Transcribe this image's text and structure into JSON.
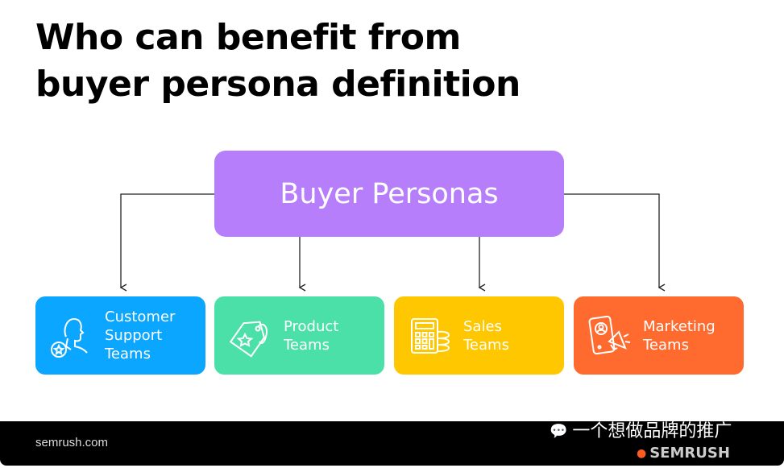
{
  "title_lines": [
    "Who can benefit from",
    "buyer persona definition"
  ],
  "center": {
    "label": "Buyer Personas",
    "color": "#b77efc"
  },
  "cards": [
    {
      "label": "Customer\nSupport\nTeams",
      "icon": "support-person-star-icon",
      "color": "#0aa6ff"
    },
    {
      "label": "Product\nTeams",
      "icon": "price-tag-star-icon",
      "color": "#4ce0a9"
    },
    {
      "label": "Sales\nTeams",
      "icon": "calculator-coins-icon",
      "color": "#ffc700"
    },
    {
      "label": "Marketing\nTeams",
      "icon": "phone-megaphone-icon",
      "color": "#ff6a2f"
    }
  ],
  "footer": {
    "site": "semrush.com",
    "watermark": "一个想做品牌的推广",
    "logo": "SEMRUSH"
  }
}
